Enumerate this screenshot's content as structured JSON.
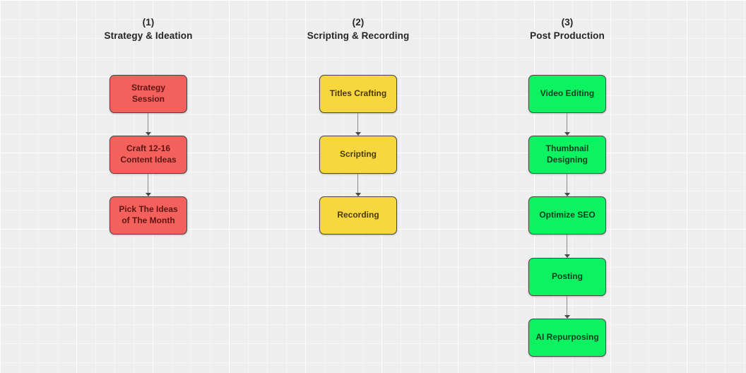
{
  "canvas": {
    "background": "#eeeeef",
    "grid_line_color": "#ffffff"
  },
  "diagram": {
    "connector": {
      "line_color": "#8c8c8c",
      "arrow_color": "#4a4a4a"
    },
    "columns": [
      {
        "number": "(1)",
        "title": "Strategy & Ideation",
        "colors": {
          "fill": "#f4605c",
          "border": "#454545",
          "text": "#5e1715"
        },
        "nodes": [
          "Strategy Session",
          "Craft 12-16 Content Ideas",
          "Pick The Ideas of The Month"
        ]
      },
      {
        "number": "(2)",
        "title": "Scripting & Recording",
        "colors": {
          "fill": "#f8d73e",
          "border": "#454545",
          "text": "#473a05"
        },
        "nodes": [
          "Titles Crafting",
          "Scripting",
          "Recording"
        ]
      },
      {
        "number": "(3)",
        "title": "Post Production",
        "colors": {
          "fill": "#0df261",
          "border": "#454545",
          "text": "#0a3d22"
        },
        "nodes": [
          "Video Editing",
          "Thumbnail Designing",
          "Optimize SEO",
          "Posting",
          "AI Repurposing"
        ]
      }
    ]
  }
}
